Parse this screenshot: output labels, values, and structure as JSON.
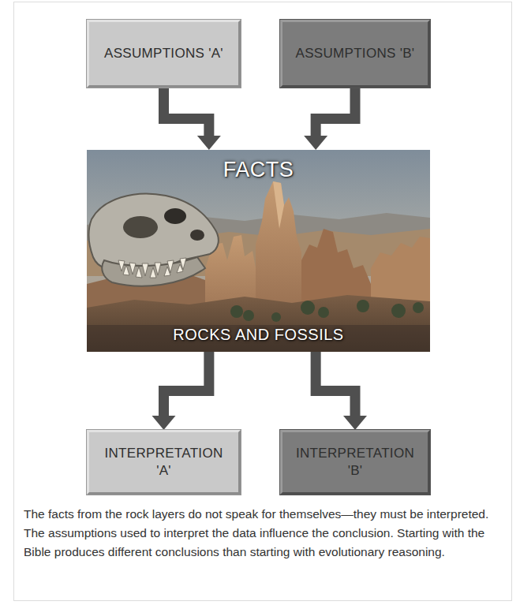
{
  "diagram": {
    "caption": "The facts from the rock layers do not speak for themselves—they must be interpreted. The assumptions used to interpret the data influence the conclusion. Starting with the Bible produces different conclusions than starting with evolutionary reasoning.",
    "nodes": [
      {
        "text": [
          "ASSUMPTIONS 'A'"
        ]
      },
      {
        "text": [
          "ASSUMPTIONS 'B'"
        ]
      },
      {
        "text": [
          "FACTS",
          "ROCKS AND FOSSILS"
        ]
      },
      {
        "text": [
          "INTERPRETATION 'A'"
        ]
      },
      {
        "text": [
          "INTERPRETATION 'B'"
        ]
      }
    ],
    "edges": [
      {
        "from": 0,
        "to": 2,
        "arrow": "to"
      },
      {
        "from": 1,
        "to": 2,
        "arrow": "to"
      },
      {
        "from": 2,
        "to": 3,
        "arrow": "to"
      },
      {
        "from": 2,
        "to": 4,
        "arrow": "to"
      }
    ]
  }
}
